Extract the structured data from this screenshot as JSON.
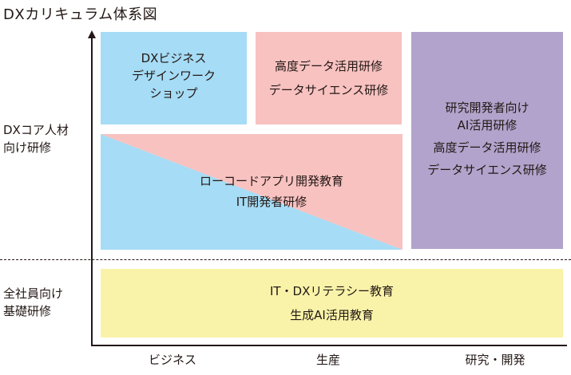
{
  "title": "DXカリキュラム体系図",
  "y_labels": {
    "core": [
      "DXコア人材",
      "向け研修"
    ],
    "all": [
      "全社員向け",
      "基礎研修"
    ]
  },
  "x_labels": [
    "ビジネス",
    "生産",
    "研究・開発"
  ],
  "boxes": {
    "design": [
      "DXビジネス",
      "デザインワーク",
      "ショップ"
    ],
    "data_prod": [
      "高度データ活用研修",
      "データサイエンス研修"
    ],
    "rnd": [
      "研究開発者向け",
      "AI活用研修",
      "高度データ活用研修",
      "データサイエンス研修"
    ],
    "lowcode": [
      "ローコードアプリ開発教育",
      "IT開発者研修"
    ],
    "basic": [
      "IT・DXリテラシー教育",
      "生成AI活用教育"
    ]
  },
  "colors": {
    "blue": "#a6dcf5",
    "pink": "#f7c2c0",
    "purple": "#b2a3cc",
    "yellow": "#f9f3a9"
  }
}
